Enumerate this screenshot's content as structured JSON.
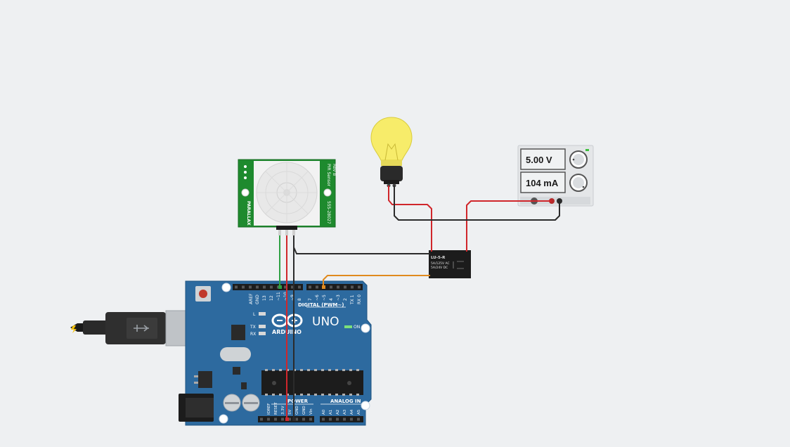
{
  "pir": {
    "brand": "PARALLAX",
    "title": "PIR Sensor",
    "rev": "Rev B",
    "part": "555-28027"
  },
  "power_supply": {
    "voltage": "5.00 V",
    "current": "104 mA"
  },
  "relay": {
    "model": "LU-5-R",
    "rating1": "5A/125V AC",
    "rating2": "5A/24V DC"
  },
  "arduino": {
    "brand": "ARDUINO",
    "model": "UNO",
    "on_label": "ON",
    "digital_label": "DIGITAL (PWM~)",
    "power_label": "POWER",
    "analog_label": "ANALOG IN",
    "l_label": "L",
    "tx_label": "TX",
    "rx_label": "RX",
    "aref_label": "AREF",
    "gnd_label": "GND",
    "pin13": "13",
    "pin12": "12",
    "pin11": "~11",
    "pin10": "~10",
    "pin9": "~9",
    "pin8": "8",
    "pin7": "7",
    "pin6": "~6",
    "pin5": "~5",
    "pin4": "4",
    "pin3": "~3",
    "pin2": "2",
    "pin1": "TX 1",
    "pin0": "RX 0",
    "ioref": "IOREF",
    "reset": "RESET",
    "v33": "3.3V",
    "v5": "5V",
    "gnd1": "GND",
    "gnd2": "GND",
    "vin": "Vin",
    "a0": "A0",
    "a1": "A1",
    "a2": "A2",
    "a3": "A3",
    "a4": "A4",
    "a5": "A5"
  },
  "colors": {
    "background": "#eef0f2",
    "arduino_board": "#2d6a9f",
    "pir_board": "#1e8a2e",
    "wire_red": "#d0262b",
    "wire_black": "#2b2b2b",
    "wire_green": "#2ea043",
    "wire_orange": "#e08a1e",
    "bulb": "#f7ec6a"
  },
  "icons": [
    "usb-plug-icon",
    "lightbulb-icon",
    "knob-icon"
  ]
}
